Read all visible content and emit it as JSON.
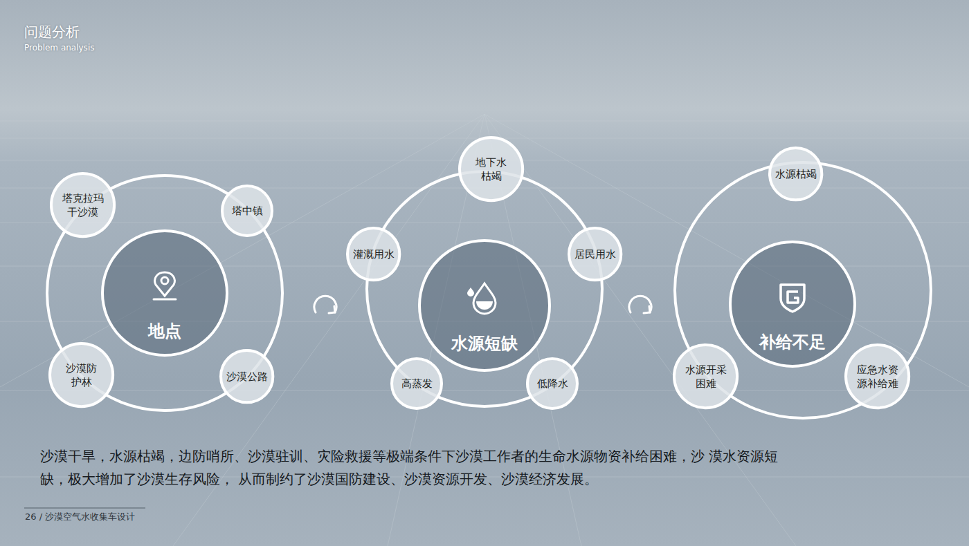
{
  "diagram": {
    "title": "问题分析",
    "nodes": [
      {
        "text": [
          "塔克拉玛 干沙漠"
        ]
      },
      {
        "text": [
          "塔中镇"
        ]
      },
      {
        "text": [
          "地点"
        ]
      },
      {
        "text": [
          "沙漠防 护林"
        ]
      },
      {
        "text": [
          "沙漠公路"
        ]
      },
      {
        "text": [
          "地下水 枯竭"
        ]
      },
      {
        "text": [
          "灌溉用水"
        ]
      },
      {
        "text": [
          "居民用水"
        ]
      },
      {
        "text": [
          "水源短缺"
        ]
      },
      {
        "text": [
          "高蒸发"
        ]
      },
      {
        "text": [
          "低降水"
        ]
      },
      {
        "text": [
          "水源枯竭"
        ]
      },
      {
        "text": [
          "补给不足"
        ]
      },
      {
        "text": [
          "水源开采 困难"
        ]
      },
      {
        "text": [
          "应急水资 源补给难"
        ]
      }
    ],
    "labels": [
      "Problem analysis",
      "沙漠干旱，水源枯竭，边防哨所、沙漠驻训、灾险救援等极端条件下沙漠工作者的生命水源物资补给困难，沙 漠水资源短缺，极大增加了沙漠生存风险， 从而制约了沙漠国防建设、沙漠资源开发、沙漠经济发展。",
      "26 / 沙漠空气水收集车设计"
    ]
  }
}
